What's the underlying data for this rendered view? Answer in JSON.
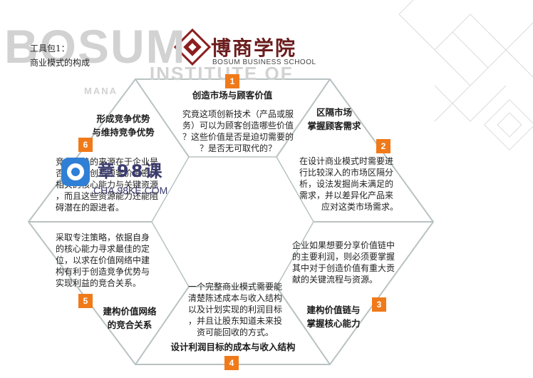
{
  "toolkit": {
    "line1": "工具包1：",
    "line2": "商业模式的构成"
  },
  "brand": {
    "watermark_main": "BOSUM",
    "watermark_sub": "INSTITUTE OF",
    "watermark_sub2": "MANA",
    "name_cn": "博商学院",
    "name_en": "BOSUM BUSINESS SCHOOL",
    "color": "#8b1e1e"
  },
  "overlay_watermark": {
    "text": "章98课",
    "url": "CHA.98KE.COM"
  },
  "segments": [
    {
      "number": "1",
      "title": "创造市场与顾客价值",
      "body": [
        "究竟这项创新技术（产品或服",
        "务）可以为顾客创造哪些价值",
        "？这些价值是否是迫切需要的",
        "？是否无可取代的？"
      ]
    },
    {
      "number": "2",
      "title": [
        "区隔市场",
        "掌握顾客需求"
      ],
      "body": [
        "在设计商业模式时需要进",
        "行比较深入的市场区隔分",
        "析，设法发掘尚未满足的",
        "需求，并以差异化产品来",
        "应对这类市场需求。"
      ]
    },
    {
      "number": "3",
      "title": [
        "建构价值链与",
        "掌握核心能力"
      ],
      "body": [
        "企业如果想要分享价值链中",
        "的主要利润，则必须要掌握",
        "其中对于创造价值有重大贡",
        "献的关键流程与资源。"
      ]
    },
    {
      "number": "4",
      "title": "设计利润目标的成本与收入结构",
      "body": [
        "一个完整商业模式需要能",
        "清楚陈述成本与收入结构",
        "以及计划实现的利润目标",
        "，并且让股东知道未来投",
        "资可能回收的方式。"
      ]
    },
    {
      "number": "5",
      "title": [
        "建构价值网络",
        "的竞合关系"
      ],
      "body": [
        "采取专注策略，依据自身",
        "的核心能力寻求最佳的定",
        "位，以求在价值网络中建",
        "构有利于创造竞争优势与",
        "实现利益的竞合关系。"
      ]
    },
    {
      "number": "6",
      "title": [
        "形成竞争优势",
        "与维持竞争优势"
      ],
      "body": [
        "竞争优势的来源在于企业是",
        "否拥有与创造顾客价值密切",
        "相关的核心能力与关键资源",
        "，而且这些资源能力还能阻",
        "碍潜在的跟进者。"
      ]
    }
  ],
  "colors": {
    "badge": "#f07a1a",
    "hex_border": "#b9c2c2"
  }
}
